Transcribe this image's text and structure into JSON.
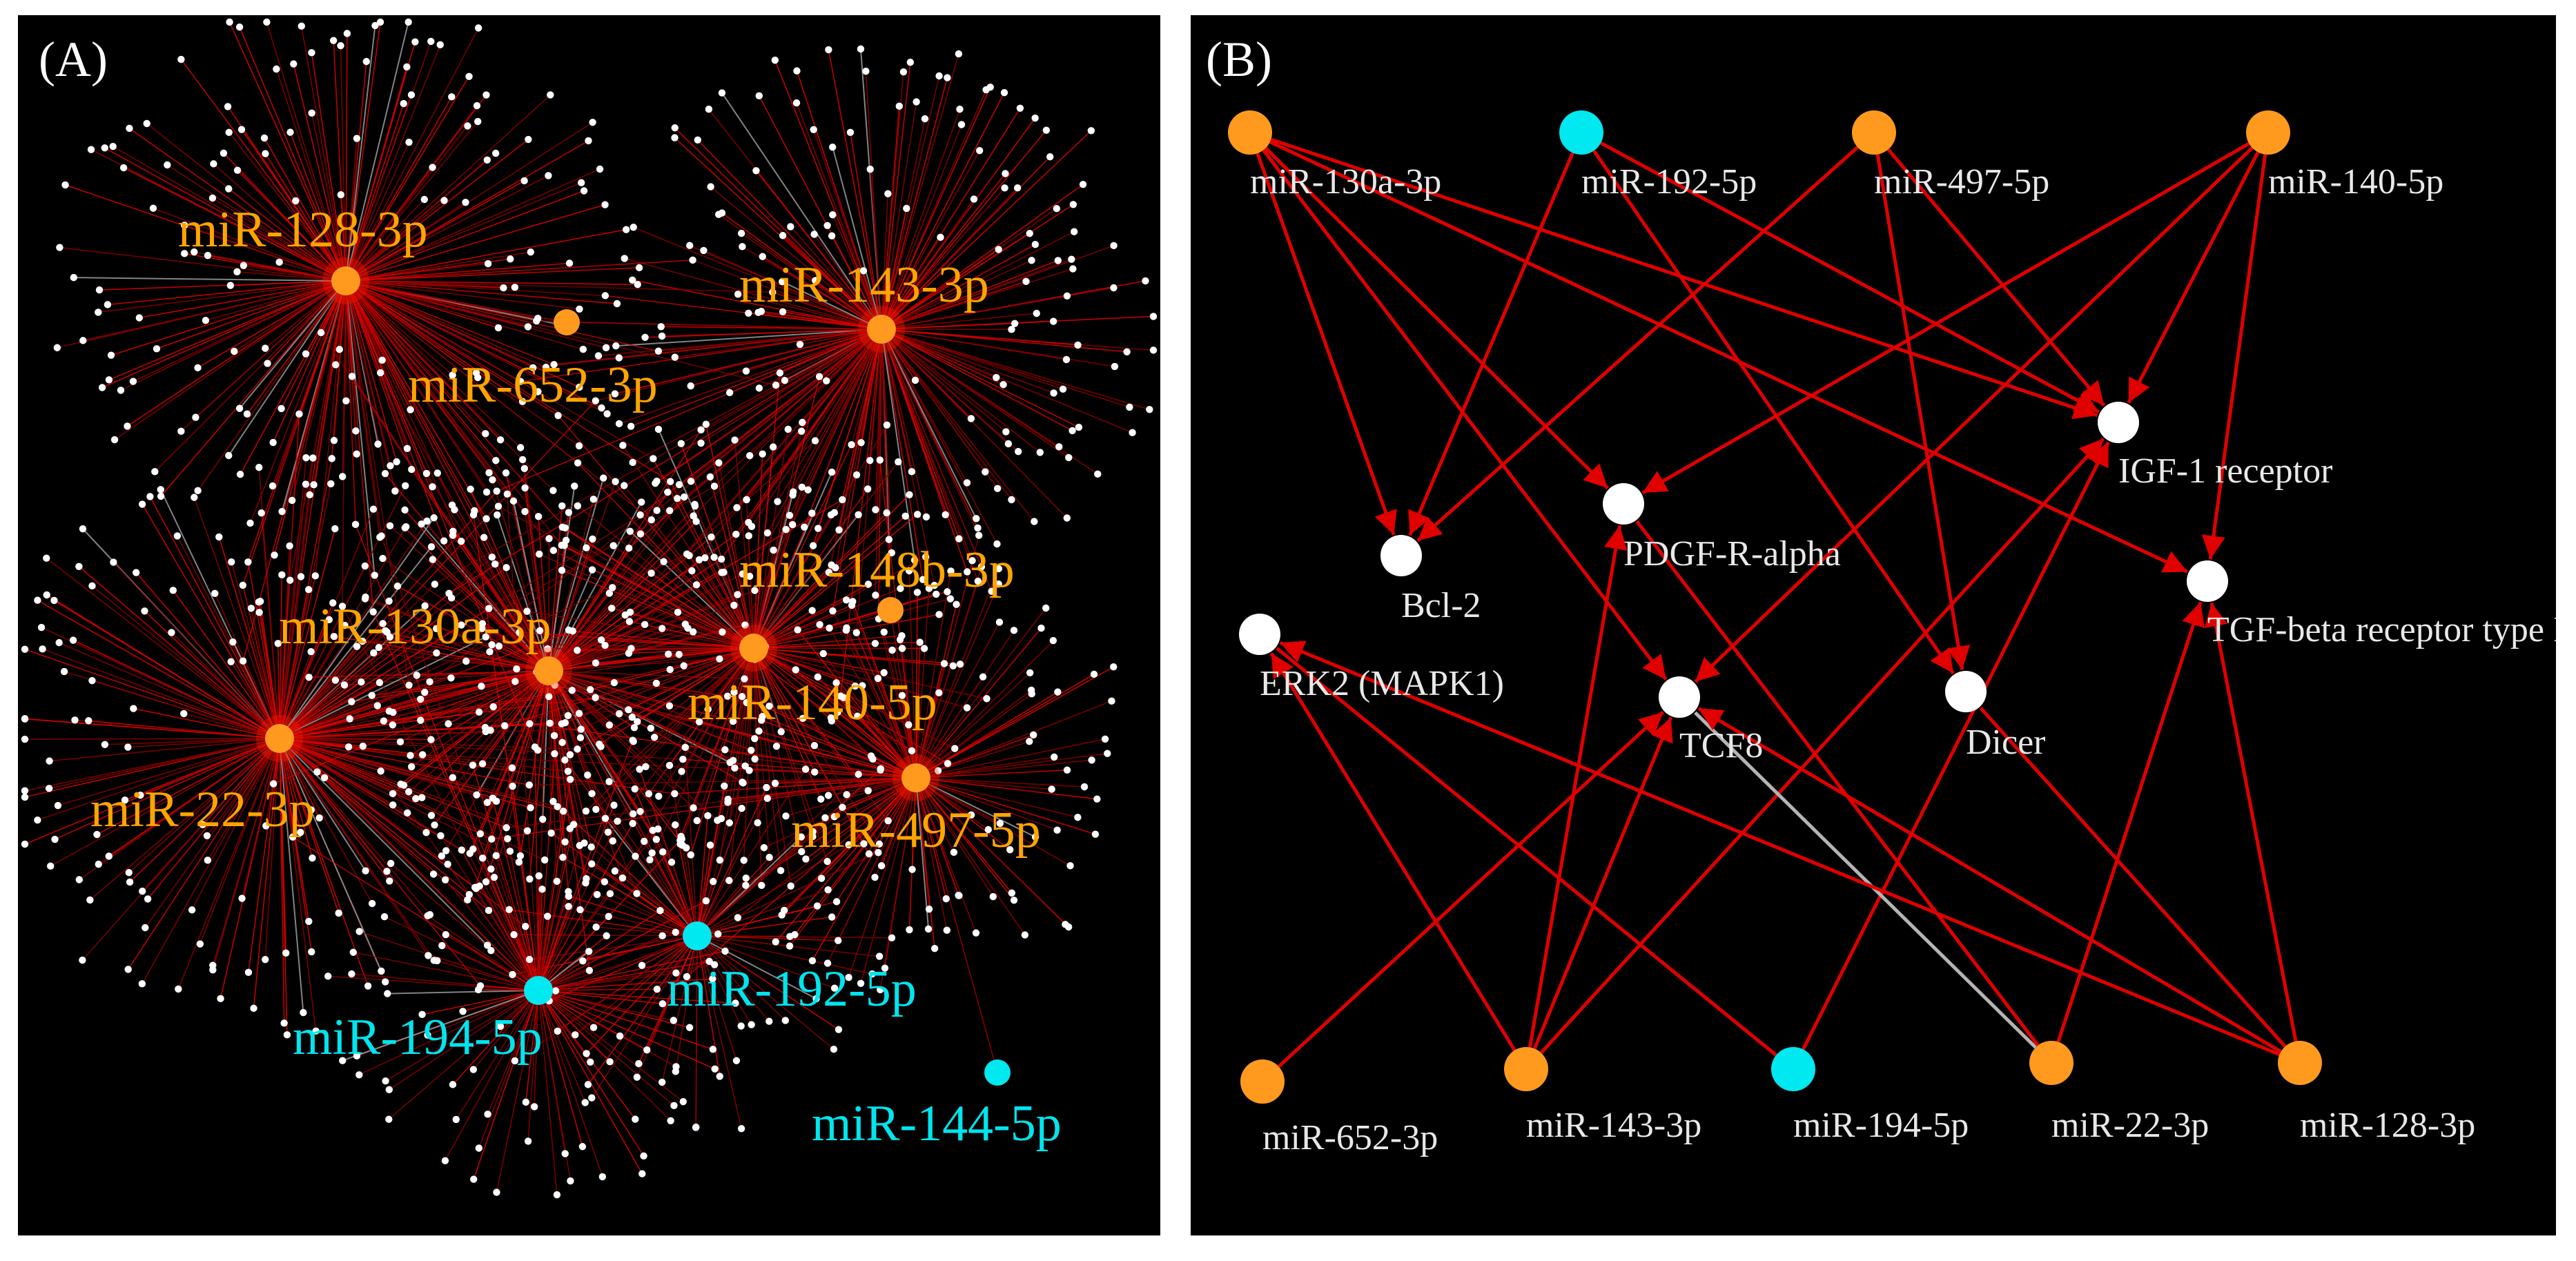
{
  "colors": {
    "background": "#000000",
    "edge_red": "#e00000",
    "edge_dark_red": "#8a0000",
    "edge_gray": "#b4b4b4",
    "node_orange": "#ff9a1e",
    "node_cyan": "#00e8f0",
    "node_white": "#ffffff",
    "label_orange": "#ffa500",
    "label_cyan": "#00e5ee",
    "label_white": "#e8e8e8"
  },
  "panel_a": {
    "letter": "(A)",
    "hubs": [
      {
        "id": "miR-128-3p",
        "label": "miR-128-3p",
        "color": "orange",
        "degree": 170
      },
      {
        "id": "miR-652-3p",
        "label": "miR-652-3p",
        "color": "orange",
        "degree": 0
      },
      {
        "id": "miR-143-3p",
        "label": "miR-143-3p",
        "color": "orange",
        "degree": 180
      },
      {
        "id": "miR-148b-3p",
        "label": "miR-148b-3p",
        "color": "orange",
        "degree": 0
      },
      {
        "id": "miR-130a-3p",
        "label": "miR-130a-3p",
        "color": "orange",
        "degree": 140
      },
      {
        "id": "miR-140-5p",
        "label": "miR-140-5p",
        "color": "orange",
        "degree": 120
      },
      {
        "id": "miR-22-3p",
        "label": "miR-22-3p",
        "color": "orange",
        "degree": 170
      },
      {
        "id": "miR-497-5p",
        "label": "miR-497-5p",
        "color": "orange",
        "degree": 110
      },
      {
        "id": "miR-192-5p",
        "label": "miR-192-5p",
        "color": "cyan",
        "degree": 60
      },
      {
        "id": "miR-194-5p",
        "label": "miR-194-5p",
        "color": "cyan",
        "degree": 90
      },
      {
        "id": "miR-144-5p",
        "label": "miR-144-5p",
        "color": "cyan",
        "degree": 0
      }
    ]
  },
  "panel_b": {
    "letter": "(B)",
    "mirnas": [
      {
        "id": "miR-130a-3p",
        "label": "miR-130a-3p",
        "color": "orange"
      },
      {
        "id": "miR-192-5p",
        "label": "miR-192-5p",
        "color": "cyan"
      },
      {
        "id": "miR-497-5p",
        "label": "miR-497-5p",
        "color": "orange"
      },
      {
        "id": "miR-140-5p",
        "label": "miR-140-5p",
        "color": "orange"
      },
      {
        "id": "miR-652-3p",
        "label": "miR-652-3p",
        "color": "orange"
      },
      {
        "id": "miR-143-3p",
        "label": "miR-143-3p",
        "color": "orange"
      },
      {
        "id": "miR-194-5p",
        "label": "miR-194-5p",
        "color": "cyan"
      },
      {
        "id": "miR-22-3p",
        "label": "miR-22-3p",
        "color": "orange"
      },
      {
        "id": "miR-128-3p",
        "label": "miR-128-3p",
        "color": "orange"
      }
    ],
    "targets": [
      {
        "id": "IGF-1",
        "label": "IGF-1 receptor"
      },
      {
        "id": "PDGF",
        "label": "PDGF-R-alpha"
      },
      {
        "id": "Bcl2",
        "label": "Bcl-2"
      },
      {
        "id": "TGF",
        "label": "TGF-beta receptor type I"
      },
      {
        "id": "ERK2",
        "label": "ERK2 (MAPK1)"
      },
      {
        "id": "TCF8",
        "label": "TCF8"
      },
      {
        "id": "Dicer",
        "label": "Dicer"
      }
    ],
    "edges": [
      {
        "from": "miR-130a-3p",
        "to": "Bcl2",
        "type": "arrow"
      },
      {
        "from": "miR-130a-3p",
        "to": "PDGF",
        "type": "arrow"
      },
      {
        "from": "miR-130a-3p",
        "to": "TCF8",
        "type": "arrow"
      },
      {
        "from": "miR-130a-3p",
        "to": "IGF-1",
        "type": "arrow"
      },
      {
        "from": "miR-130a-3p",
        "to": "TGF",
        "type": "arrow"
      },
      {
        "from": "miR-192-5p",
        "to": "Bcl2",
        "type": "arrow"
      },
      {
        "from": "miR-192-5p",
        "to": "IGF-1",
        "type": "arrow"
      },
      {
        "from": "miR-192-5p",
        "to": "Dicer",
        "type": "arrow"
      },
      {
        "from": "miR-497-5p",
        "to": "Bcl2",
        "type": "arrow"
      },
      {
        "from": "miR-497-5p",
        "to": "IGF-1",
        "type": "arrow"
      },
      {
        "from": "miR-497-5p",
        "to": "Dicer",
        "type": "arrow"
      },
      {
        "from": "miR-140-5p",
        "to": "PDGF",
        "type": "arrow"
      },
      {
        "from": "miR-140-5p",
        "to": "IGF-1",
        "type": "arrow"
      },
      {
        "from": "miR-140-5p",
        "to": "TGF",
        "type": "arrow"
      },
      {
        "from": "miR-140-5p",
        "to": "TCF8",
        "type": "arrow"
      },
      {
        "from": "miR-652-3p",
        "to": "TCF8",
        "type": "arrow"
      },
      {
        "from": "miR-143-3p",
        "to": "ERK2",
        "type": "arrow"
      },
      {
        "from": "miR-143-3p",
        "to": "PDGF",
        "type": "arrow"
      },
      {
        "from": "miR-143-3p",
        "to": "IGF-1",
        "type": "arrow"
      },
      {
        "from": "miR-143-3p",
        "to": "TCF8",
        "type": "arrow"
      },
      {
        "from": "miR-194-5p",
        "to": "IGF-1",
        "type": "arrow"
      },
      {
        "from": "miR-194-5p",
        "to": "ERK2",
        "type": "line"
      },
      {
        "from": "miR-22-3p",
        "to": "TGF",
        "type": "arrow"
      },
      {
        "from": "miR-22-3p",
        "to": "TCF8",
        "type": "gray"
      },
      {
        "from": "miR-22-3p",
        "to": "PDGF",
        "type": "line"
      },
      {
        "from": "miR-128-3p",
        "to": "ERK2",
        "type": "arrow"
      },
      {
        "from": "miR-128-3p",
        "to": "TCF8",
        "type": "arrow"
      },
      {
        "from": "miR-128-3p",
        "to": "TGF",
        "type": "arrow"
      },
      {
        "from": "miR-128-3p",
        "to": "Dicer",
        "type": "line"
      }
    ]
  }
}
